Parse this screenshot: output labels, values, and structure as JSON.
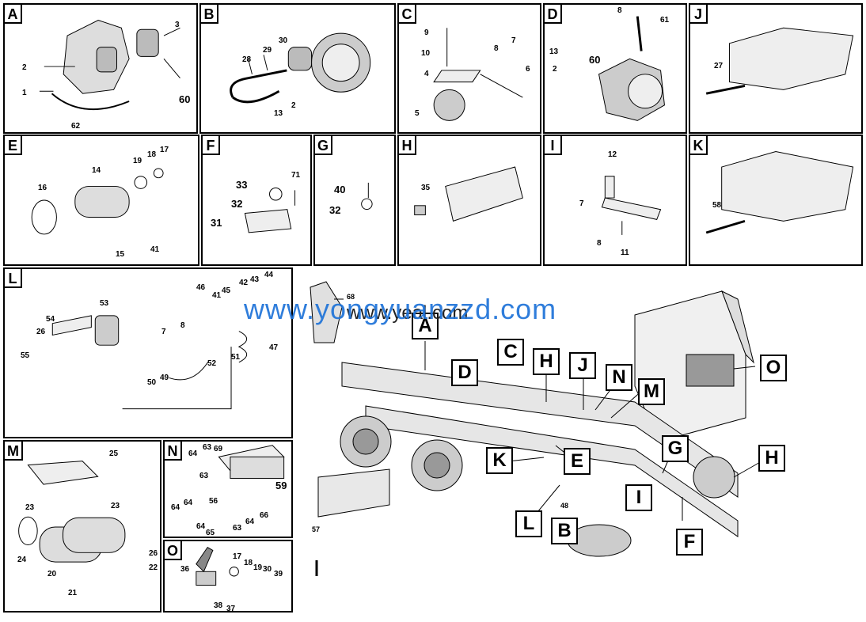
{
  "watermark": "www.yongyuanzzd.com",
  "watermark_overlay": "www.yeal.com",
  "panels": [
    {
      "key": "A",
      "label": "A",
      "numbers": [
        "3",
        "2",
        "1",
        "60",
        "62"
      ]
    },
    {
      "key": "B",
      "label": "B",
      "numbers": [
        "30",
        "29",
        "28",
        "13",
        "2"
      ]
    },
    {
      "key": "C",
      "label": "C",
      "numbers": [
        "9",
        "10",
        "8",
        "7",
        "4",
        "6",
        "5"
      ]
    },
    {
      "key": "D",
      "label": "D",
      "numbers": [
        "8",
        "61",
        "13",
        "60",
        "2"
      ]
    },
    {
      "key": "J",
      "label": "J",
      "numbers": [
        "27"
      ]
    },
    {
      "key": "E",
      "label": "E",
      "numbers": [
        "18",
        "17",
        "14",
        "19",
        "16",
        "15",
        "41"
      ]
    },
    {
      "key": "F",
      "label": "F",
      "numbers": [
        "71",
        "33",
        "32",
        "31"
      ]
    },
    {
      "key": "G",
      "label": "G",
      "numbers": [
        "40",
        "32"
      ]
    },
    {
      "key": "H",
      "label": "H",
      "numbers": [
        "35"
      ]
    },
    {
      "key": "I",
      "label": "I",
      "numbers": [
        "12",
        "7",
        "8",
        "11"
      ]
    },
    {
      "key": "K",
      "label": "K",
      "numbers": [
        "58"
      ]
    },
    {
      "key": "L",
      "label": "L",
      "numbers": [
        "46",
        "45",
        "41",
        "42",
        "43",
        "44",
        "53",
        "54",
        "26",
        "55",
        "7",
        "8",
        "47",
        "52",
        "51",
        "50",
        "49"
      ]
    },
    {
      "key": "M",
      "label": "M",
      "numbers": [
        "25",
        "23",
        "23",
        "24",
        "20",
        "21",
        "26",
        "22"
      ]
    },
    {
      "key": "N",
      "label": "N",
      "numbers": [
        "64",
        "63",
        "69",
        "63",
        "59",
        "64",
        "56",
        "64",
        "64",
        "63",
        "65",
        "66",
        "64"
      ]
    },
    {
      "key": "O",
      "label": "O",
      "numbers": [
        "17",
        "18",
        "19",
        "30",
        "39",
        "36",
        "38",
        "37"
      ]
    }
  ],
  "main": {
    "callouts": [
      "A",
      "C",
      "D",
      "H",
      "J",
      "N",
      "M",
      "O",
      "K",
      "E",
      "G",
      "H",
      "L",
      "I",
      "B",
      "F"
    ],
    "numbers": [
      "68",
      "48",
      "57"
    ]
  }
}
